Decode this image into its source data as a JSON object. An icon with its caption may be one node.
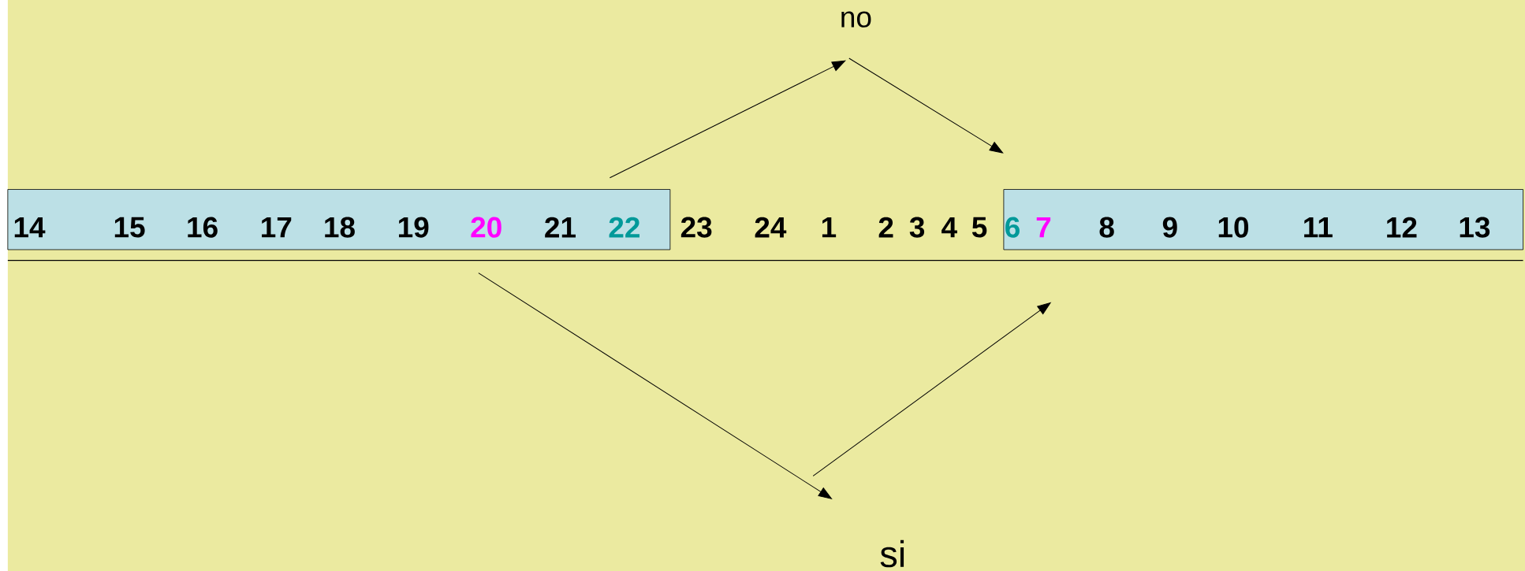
{
  "diagram": {
    "nodes": [
      {
        "text": [
          "14",
          "15",
          "16",
          "17",
          "18",
          "19",
          "20",
          "21",
          "22"
        ]
      },
      {
        "text": [
          "6",
          "7",
          "8",
          "9",
          "10",
          "11",
          "12",
          "13"
        ]
      },
      {
        "text": [
          "no"
        ]
      },
      {
        "text": [
          "si"
        ]
      }
    ],
    "edges": [
      {
        "from": 0,
        "to": 2,
        "arrow": "to"
      },
      {
        "from": 2,
        "to": 1,
        "arrow": "to"
      },
      {
        "from": 0,
        "to": 3,
        "arrow": "to"
      },
      {
        "from": 3,
        "to": 1,
        "arrow": "to"
      }
    ],
    "labels": [
      "23",
      "24",
      "1",
      "2",
      "3",
      "4",
      "5"
    ]
  }
}
